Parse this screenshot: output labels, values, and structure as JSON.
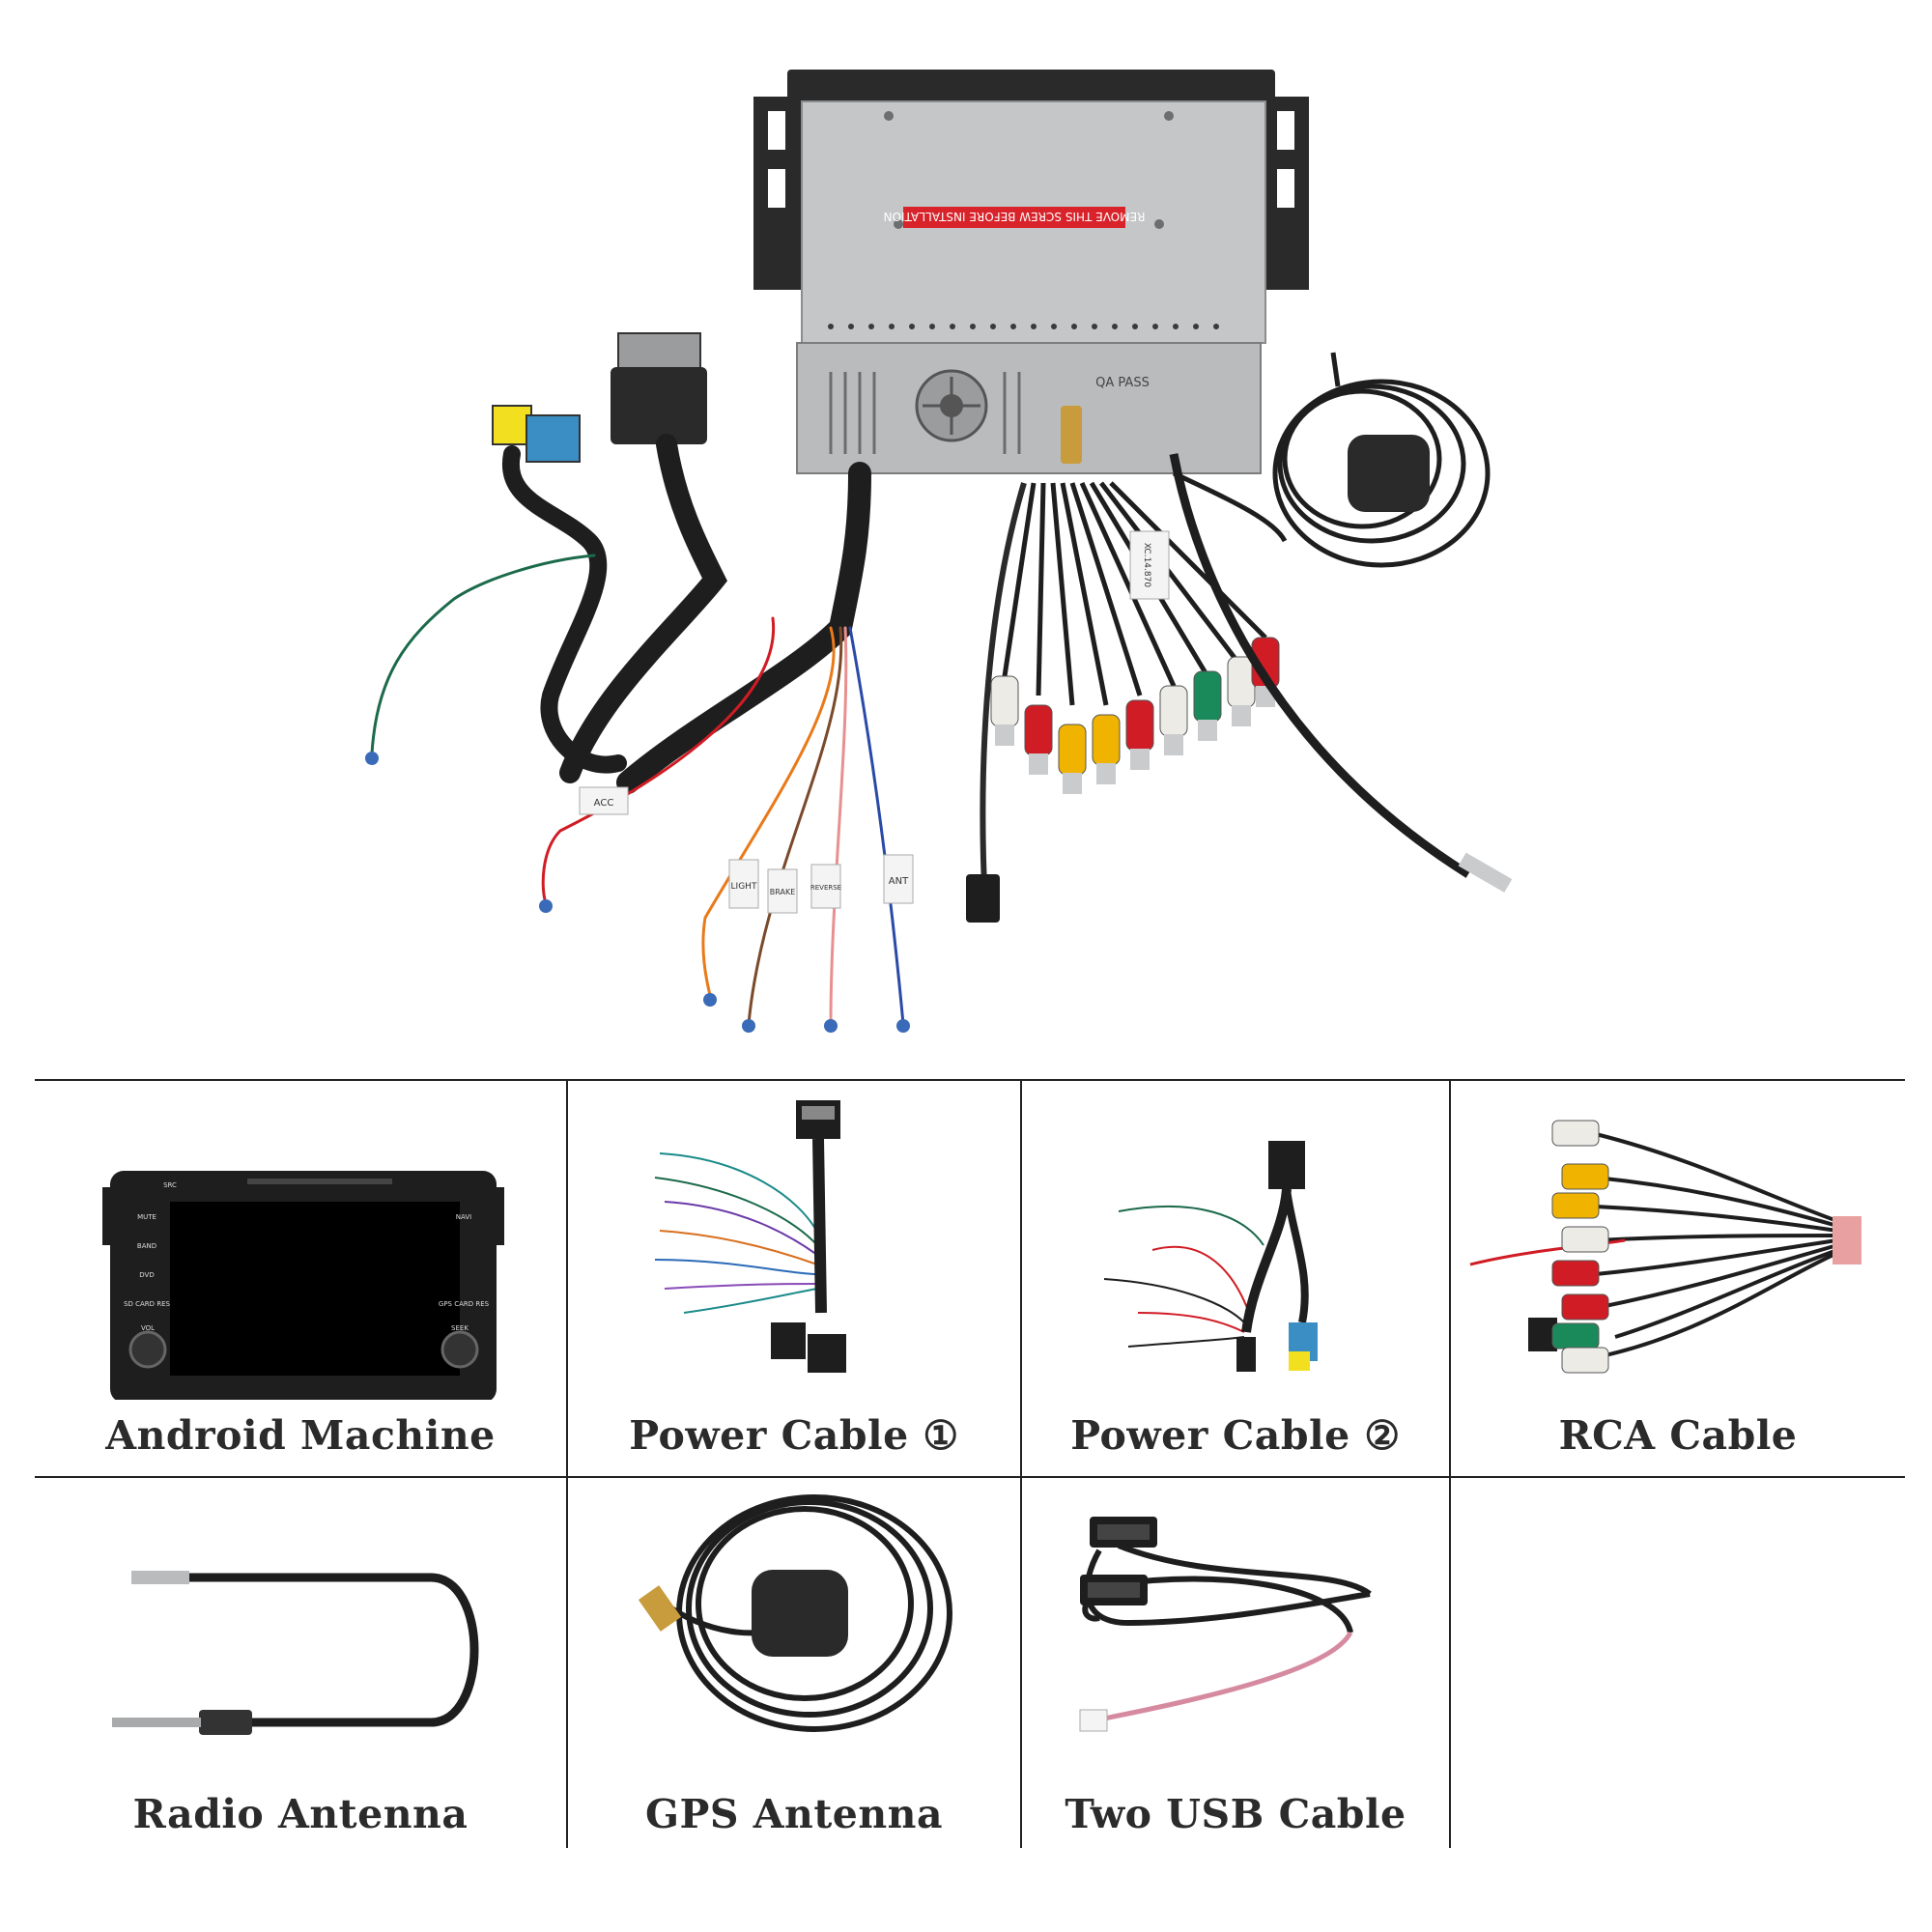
{
  "hero": {
    "warning_label": "REMOVE THIS SCREW BEFORE INSTALLATION",
    "qa_label": "QA PASS",
    "tags": [
      "ACC",
      "LIGHT",
      "BRAKE",
      "REVERSE",
      "ANT"
    ],
    "cable_code": "XC.14.870"
  },
  "device_buttons": {
    "src": "SRC",
    "mute": "MUTE",
    "band": "BAND",
    "dvd": "DVD",
    "sd": "SD CARD RES",
    "navi": "NAVI",
    "gps": "GPS CARD RES",
    "vol": "VOL",
    "seek": "SEEK"
  },
  "items": [
    {
      "label": "Android Machine",
      "icon": "android-head-unit-icon"
    },
    {
      "label": "Power Cable ①",
      "icon": "power-cable-1-icon"
    },
    {
      "label": "Power Cable ②",
      "icon": "power-cable-2-icon"
    },
    {
      "label": "RCA Cable",
      "icon": "rca-cable-icon"
    },
    {
      "label": "Radio Antenna",
      "icon": "radio-antenna-icon"
    },
    {
      "label": "GPS Antenna",
      "icon": "gps-antenna-icon"
    },
    {
      "label": "Two USB Cable",
      "icon": "two-usb-cable-icon"
    }
  ],
  "colors": {
    "frame": "#2d2d2d",
    "metal": "#c9cbcd",
    "warning": "#d8232a",
    "rca_red": "#d01c24",
    "rca_yellow": "#f0b400",
    "rca_white": "#ecebe6",
    "rca_green": "#1b8a5a"
  }
}
